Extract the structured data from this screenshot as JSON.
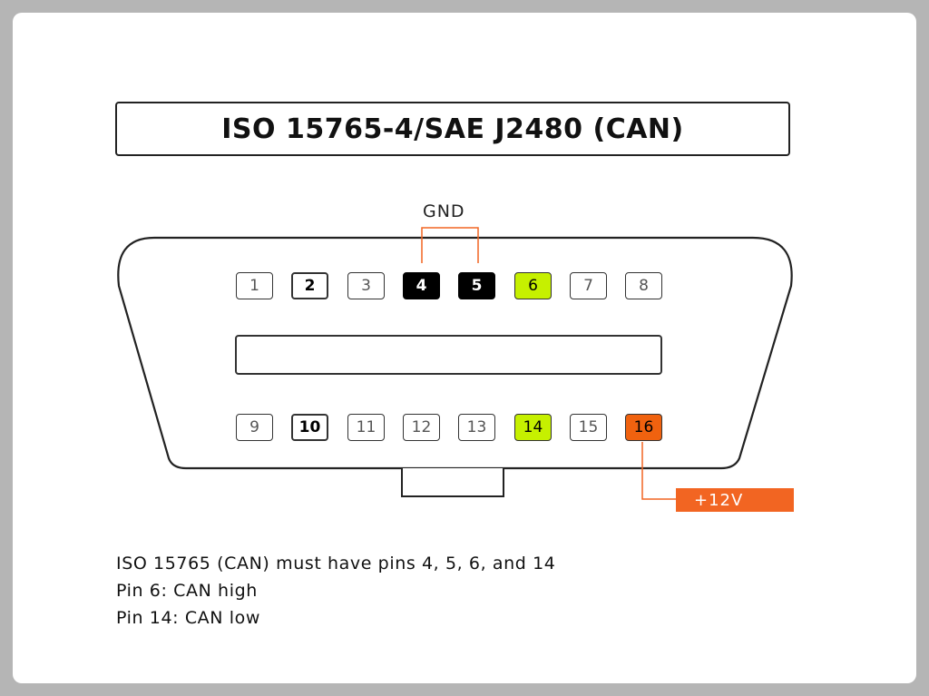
{
  "title": "ISO 15765-4/SAE J2480 (CAN)",
  "gnd_label": "GND",
  "power_label": "+12V",
  "colors": {
    "ground_pin": "#000000",
    "can_pin": "#c6f000",
    "power_pin": "#f0620f",
    "wire": "#f26522",
    "frame": "#b5b5b5"
  },
  "pins_top": [
    {
      "num": "1",
      "style": "plain"
    },
    {
      "num": "2",
      "style": "bold"
    },
    {
      "num": "3",
      "style": "plain"
    },
    {
      "num": "4",
      "style": "dark"
    },
    {
      "num": "5",
      "style": "dark"
    },
    {
      "num": "6",
      "style": "green"
    },
    {
      "num": "7",
      "style": "plain"
    },
    {
      "num": "8",
      "style": "plain"
    }
  ],
  "pins_bottom": [
    {
      "num": "9",
      "style": "plain"
    },
    {
      "num": "10",
      "style": "bold"
    },
    {
      "num": "11",
      "style": "plain"
    },
    {
      "num": "12",
      "style": "plain"
    },
    {
      "num": "13",
      "style": "plain"
    },
    {
      "num": "14",
      "style": "green"
    },
    {
      "num": "15",
      "style": "plain"
    },
    {
      "num": "16",
      "style": "orange"
    }
  ],
  "notes": [
    "ISO 15765 (CAN) must have pins 4, 5, 6, and 14",
    "Pin 6: CAN high",
    "Pin 14: CAN low"
  ]
}
